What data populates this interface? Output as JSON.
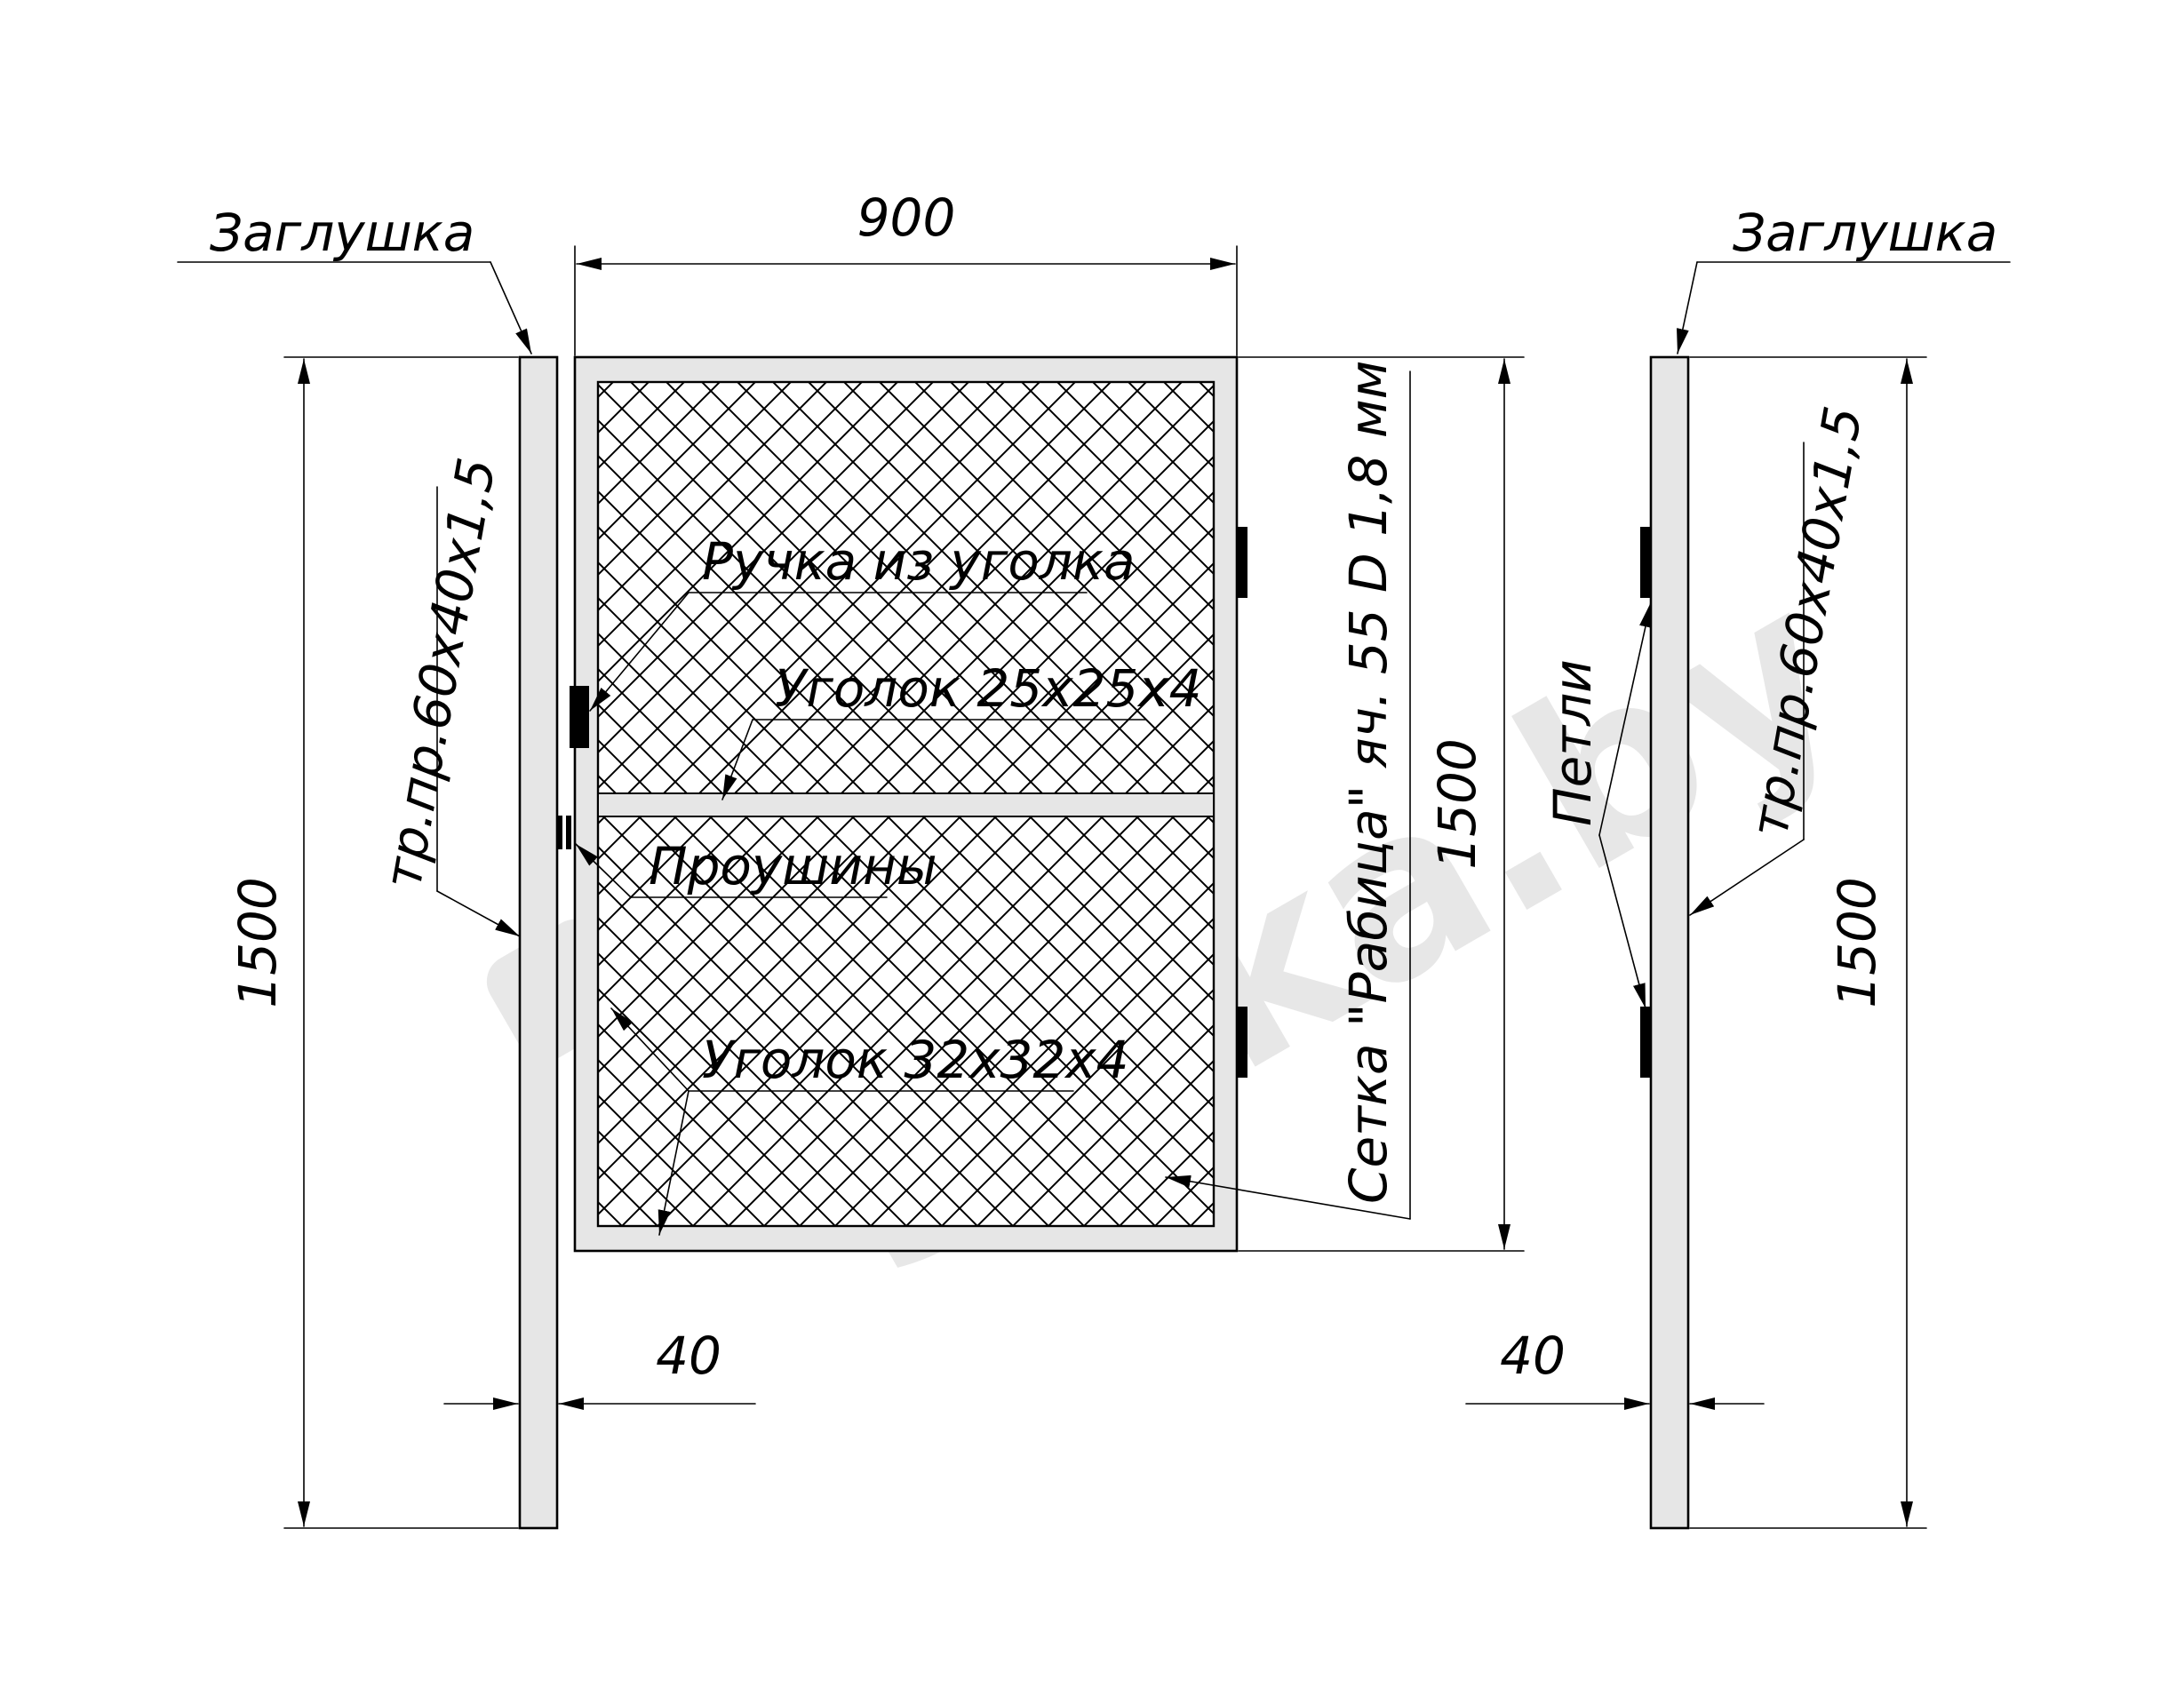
{
  "labels": {
    "plug_left": "Заглушка",
    "plug_right": "Заглушка",
    "width_dim": "900",
    "height_left": "1500",
    "height_gate": "1500",
    "height_right": "1500",
    "pipe_left": "тр.пр.60х40х1,5",
    "pipe_right": "тр.пр.60х40х1,5",
    "handle": "Ручка из уголка",
    "angle_small": "Уголок 25х25х4",
    "eyelets": "Проушины",
    "angle_large": "Уголок 32х32х4",
    "mesh": "Сетка \"Рабица\" яч. 55 D 1,8 мм",
    "hinges": "Петли",
    "post_width_left": "40",
    "post_width_right": "40"
  },
  "watermark": "setka.by"
}
